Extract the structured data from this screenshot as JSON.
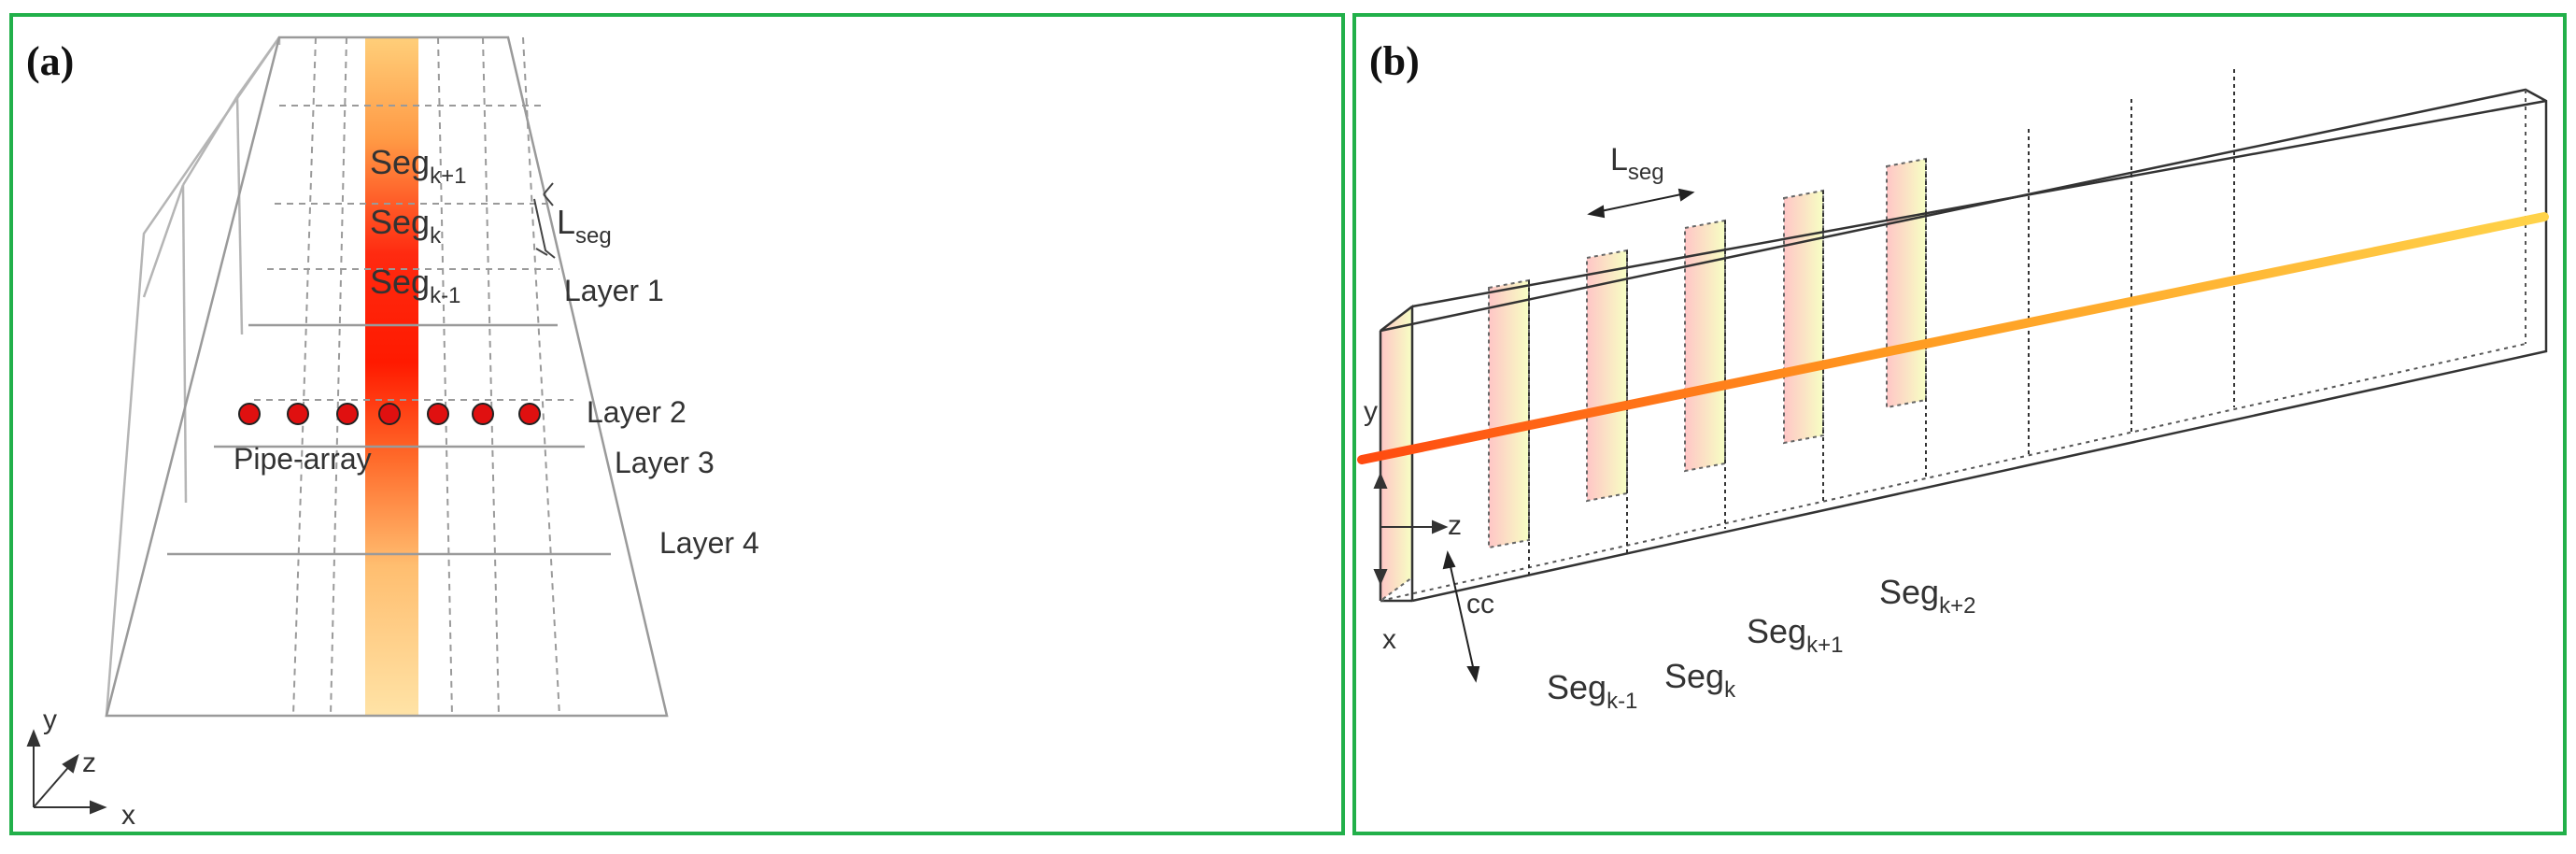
{
  "panel_a": {
    "label": "(a)",
    "segments": {
      "next": "Seg",
      "next_sub": "k+1",
      "current": "Seg",
      "current_sub": "k",
      "prev": "Seg",
      "prev_sub": "k-1"
    },
    "lseg": {
      "main": "L",
      "sub": "seg"
    },
    "layers": [
      "Layer 1",
      "Layer 2",
      "Layer 3",
      "Layer 4"
    ],
    "pipe_array": "Pipe-array",
    "axes": {
      "x": "x",
      "y": "y",
      "z": "z"
    }
  },
  "panel_b": {
    "label": "(b)",
    "lseg": {
      "main": "L",
      "sub": "seg"
    },
    "segments": [
      {
        "main": "Seg",
        "sub": "k-1"
      },
      {
        "main": "Seg",
        "sub": "k"
      },
      {
        "main": "Seg",
        "sub": "k+1"
      },
      {
        "main": "Seg",
        "sub": "k+2"
      }
    ],
    "cc": "cc",
    "axes": {
      "x": "x",
      "y": "y",
      "z": "z"
    }
  },
  "colors": {
    "border": "#22b04a",
    "pipe_hot": "#ff2a00",
    "pipe_cool": "#ffd166",
    "pipe_dot": "#e01010"
  }
}
